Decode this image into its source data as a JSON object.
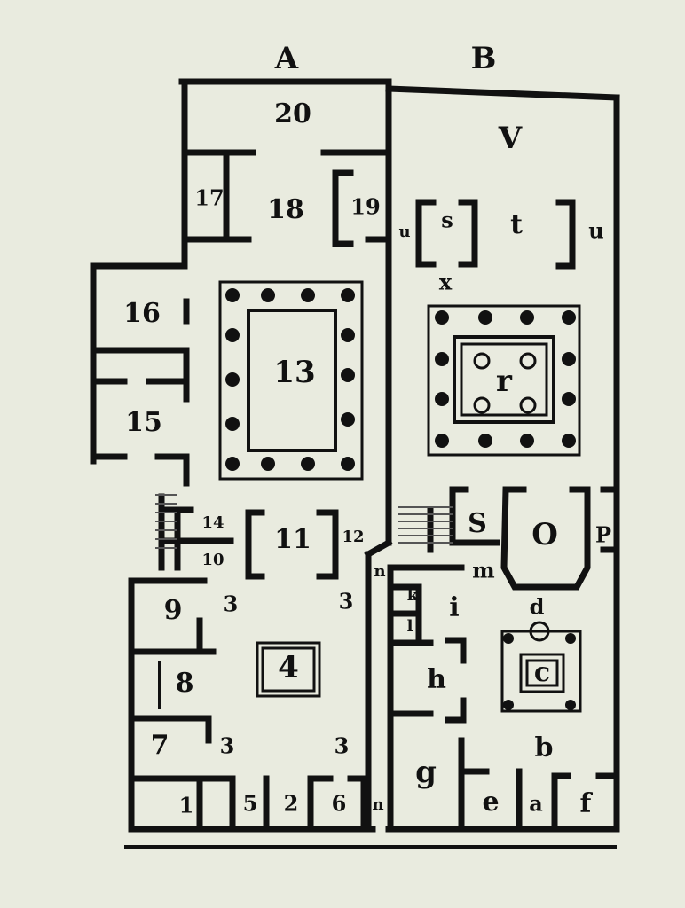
{
  "houses": {
    "left": "A",
    "right": "B"
  },
  "rooms": {
    "r20": "20",
    "r18": "18",
    "r17": "17",
    "r19": "19",
    "r16": "16",
    "r15": "15",
    "r13": "13",
    "r14": "14",
    "r11": "11",
    "r12": "12",
    "r10": "10",
    "r9": "9",
    "r8": "8",
    "r7": "7",
    "r4": "4",
    "r3a": "3",
    "r3b": "3",
    "r3c": "3",
    "r3d": "3",
    "r1": "1",
    "r5": "5",
    "r2": "2",
    "r6": "6",
    "rn1": "n",
    "rn2": "n",
    "rV": "V",
    "rt": "t",
    "ru1": "u",
    "ru2": "u",
    "rs1": "s",
    "rx": "x",
    "rr": "r",
    "rS": "S",
    "rO": "O",
    "rP": "P",
    "rm": "m",
    "rk": "k",
    "rl": "l",
    "ri": "i",
    "rh": "h",
    "rd": "d",
    "rc": "c",
    "rb": "b",
    "rg": "g",
    "re": "e",
    "ra": "a",
    "rf": "f"
  },
  "colors": {
    "ink": "#111111",
    "paper": "#e9ebdf"
  }
}
